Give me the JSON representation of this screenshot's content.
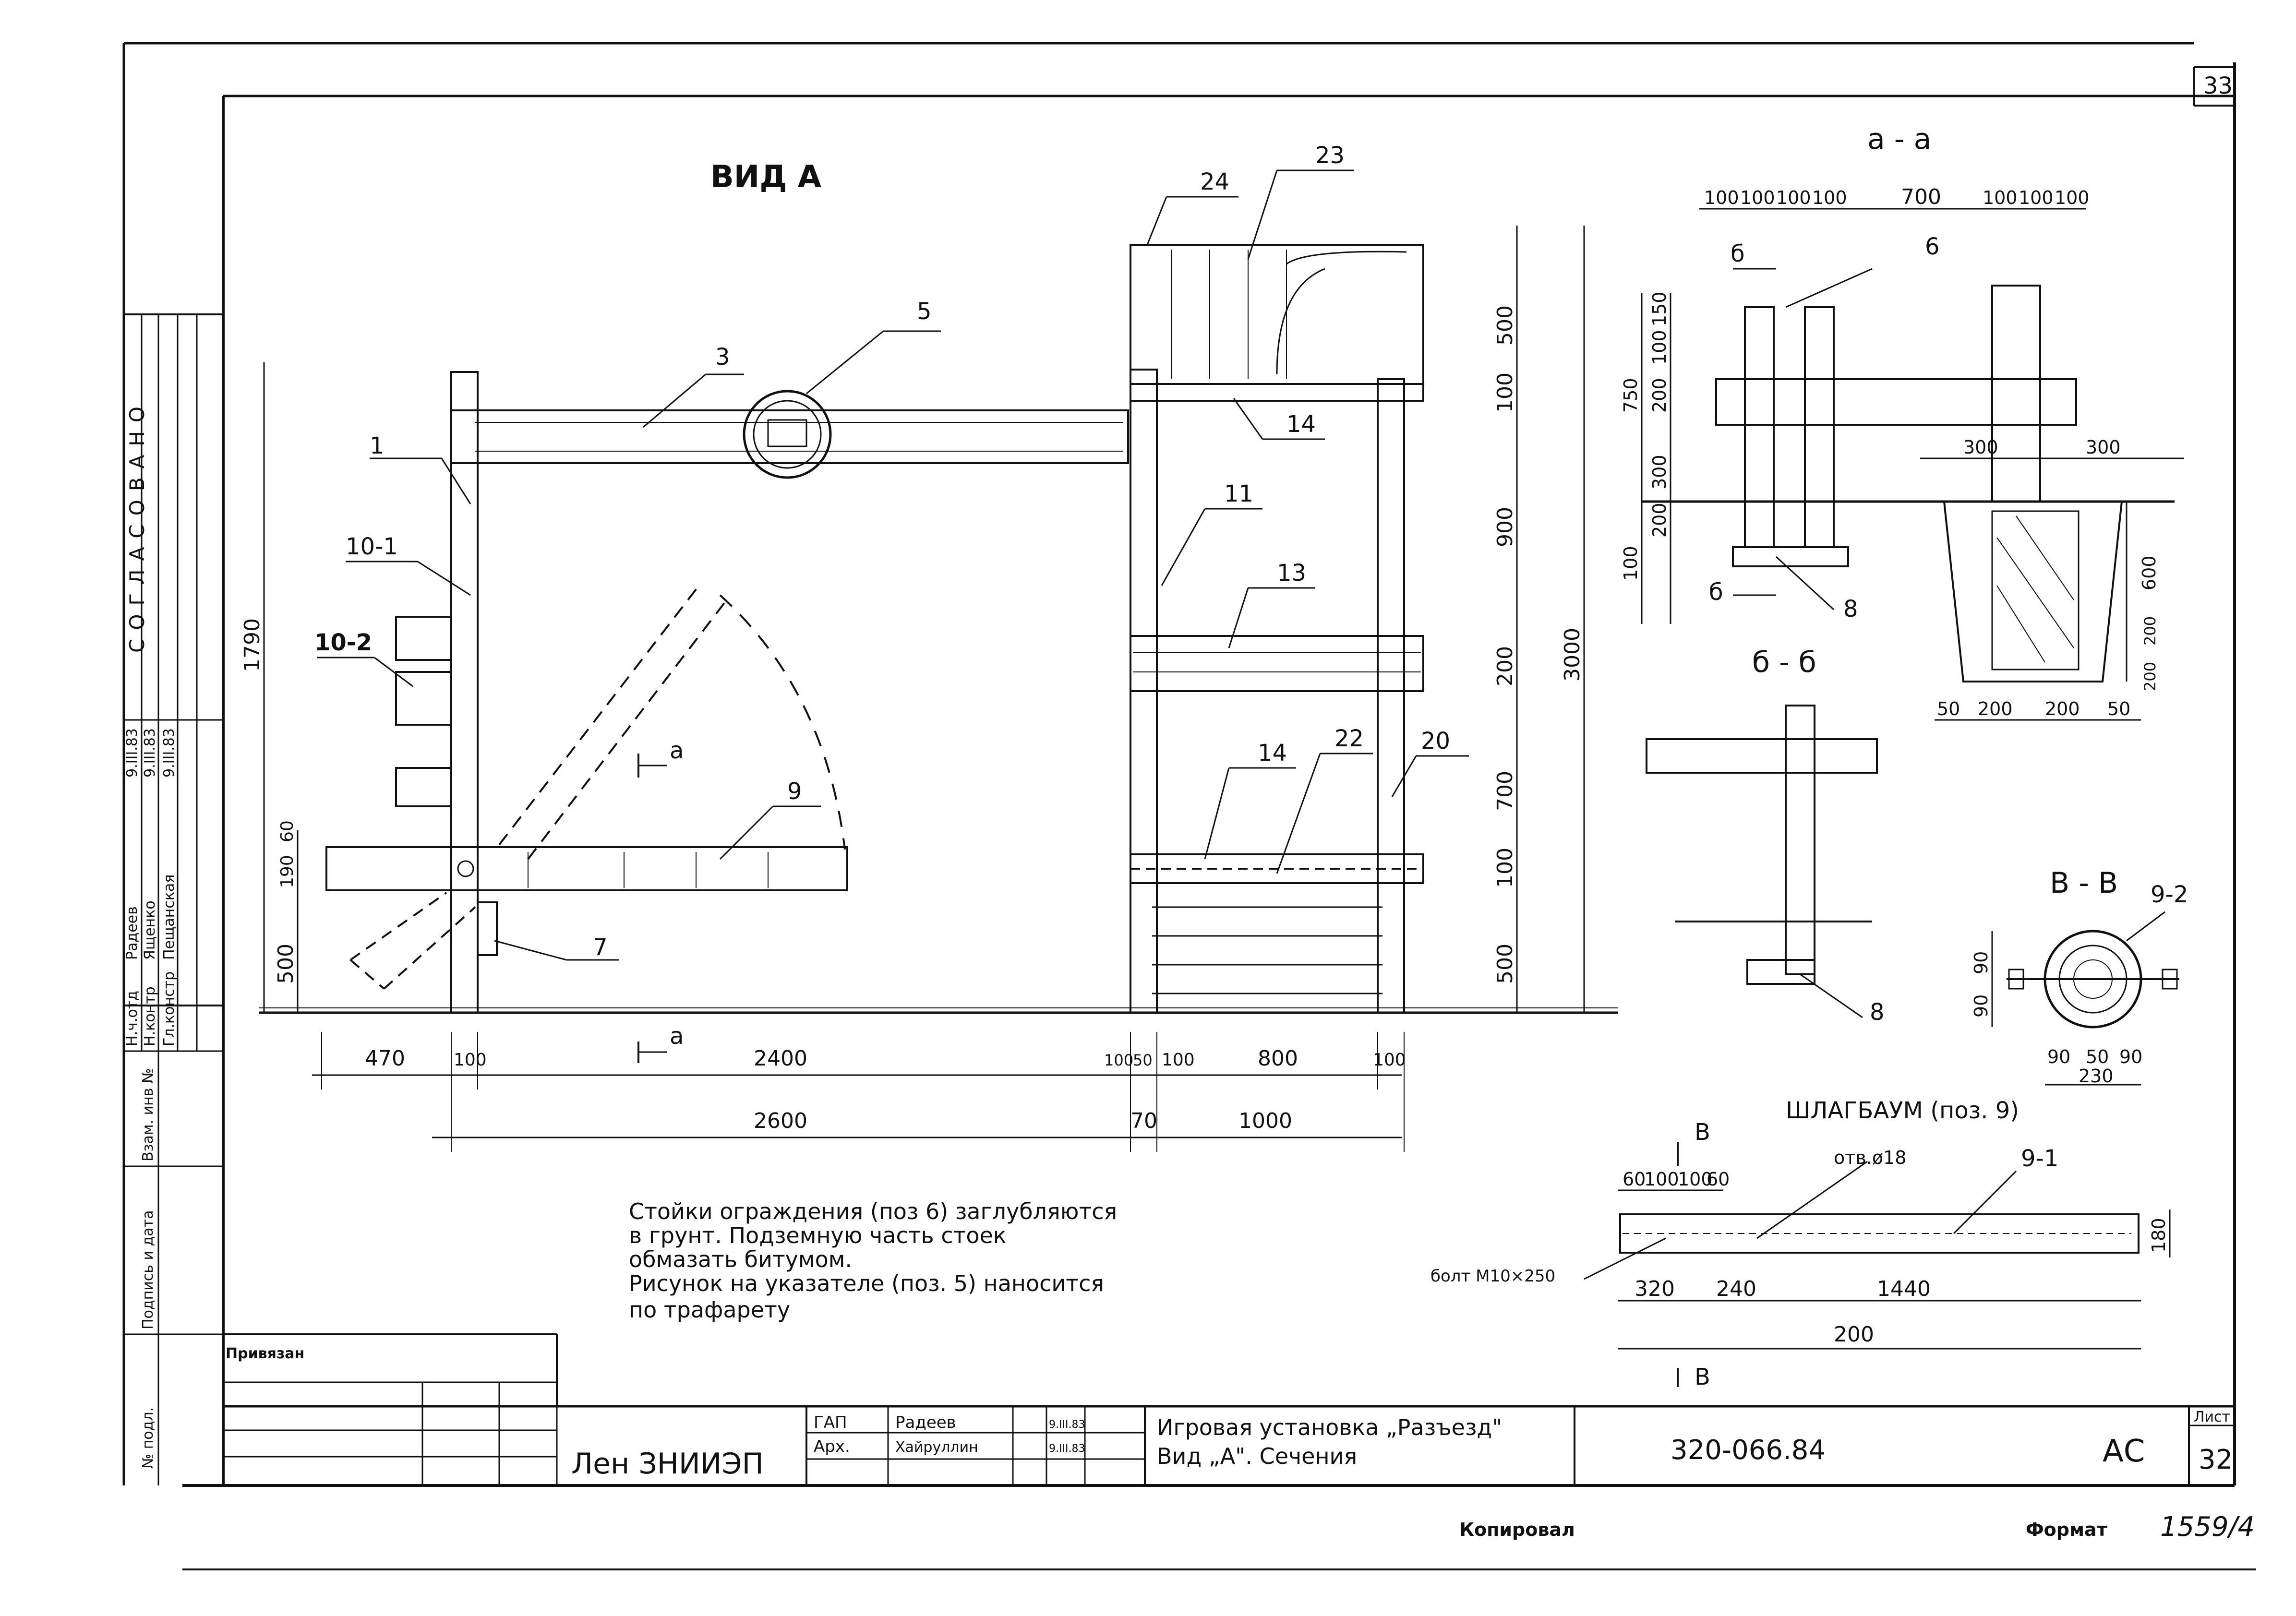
{
  "sheet": {
    "page_top": "33",
    "view_title": "ВИД А",
    "stamp_soglasovano": "СОГЛАСОВАНО",
    "side_labels": [
      "Взам. инв №",
      "Подпись и дата",
      "№ подл."
    ],
    "approvals": [
      {
        "role": "Н.ч.отд",
        "name": "Радеев",
        "date": "9.III.83"
      },
      {
        "role": "Н.контр",
        "name": "Ященко",
        "date": "9.III.83"
      },
      {
        "role": "Гл.констр",
        "name": "Пещанская",
        "date": "9.III.83"
      }
    ]
  },
  "view_a": {
    "callouts": [
      "1",
      "3",
      "5",
      "10-1",
      "10-2",
      "9",
      "7",
      "а",
      "а",
      "24",
      "23",
      "14",
      "11",
      "13",
      "14",
      "22",
      "20"
    ],
    "dims_bottom_row1": [
      "470",
      "100",
      "2400",
      "100",
      "50",
      "100",
      "800",
      "100"
    ],
    "dims_bottom_row2": [
      "2600",
      "70",
      "1000"
    ],
    "dims_left": [
      "1790",
      "60",
      "190",
      "500"
    ],
    "dims_right": [
      "500",
      "100",
      "900",
      "200",
      "700",
      "100",
      "500",
      "3000"
    ]
  },
  "section_aa": {
    "title": "а - а",
    "top_dims": [
      "100",
      "100",
      "100",
      "100",
      "700",
      "100",
      "100",
      "100"
    ],
    "callouts": [
      "б",
      "6",
      "б",
      "8"
    ],
    "left_dims": [
      "150",
      "100",
      "200",
      "750",
      "300",
      "200",
      "100"
    ],
    "right_dims": [
      "300",
      "300",
      "600",
      "200",
      "200",
      "50",
      "200",
      "200",
      "50"
    ]
  },
  "section_bb": {
    "title": "б - б",
    "callouts": [
      "8"
    ]
  },
  "section_vv": {
    "title": "В - В",
    "callouts": [
      "9-2"
    ],
    "dims": [
      "90",
      "90",
      "90",
      "50",
      "90",
      "230"
    ]
  },
  "shlagbaum": {
    "title": "ШЛАГБАУМ (поз. 9)",
    "callouts": [
      "В",
      "отв.ø18",
      "9-1",
      "болт М10×250",
      "В"
    ],
    "dims_top": [
      "60",
      "100",
      "100",
      "60"
    ],
    "dims_bottom": [
      "320",
      "240",
      "1440",
      "200"
    ],
    "dim_right": "180"
  },
  "notes": [
    "Стойки ограждения (поз 6) заглубляются",
    "в грунт. Подземную часть стоек",
    "обмазать битумом.",
    "Рисунок на указателе (поз. 5) наносится",
    "по трафарету"
  ],
  "title_block": {
    "privyazan": "Привязан",
    "org": "Лен ЗНИИЭП",
    "roles": [
      "ГАП",
      "Арх."
    ],
    "names": [
      "Радеев",
      "Хайруллин"
    ],
    "dates": [
      "9.III.83",
      "9.III.83"
    ],
    "title_line1": "Игровая установка „Разъезд\"",
    "title_line2": "Вид „А\". Сечения",
    "doc_code": "320-066.84",
    "mark": "АС",
    "sheet_label": "Лист",
    "sheet_no": "32"
  },
  "footer": {
    "copied": "Копировал",
    "format": "Формат",
    "number": "1559/4"
  }
}
